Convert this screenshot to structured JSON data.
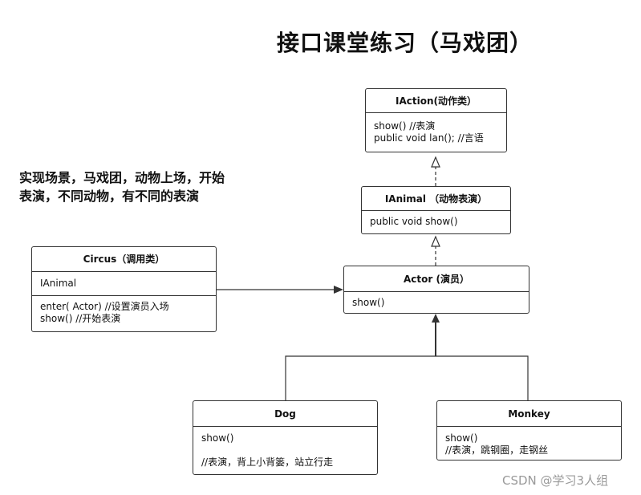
{
  "title": "接口课堂练习（马戏团）",
  "description": [
    "实现场景，马戏团，动物上场，开始",
    "表演，不同动物，有不同的表演"
  ],
  "classes": {
    "iaction": {
      "name": "IAction(动作类）",
      "methods": [
        "show()   //表演",
        "public void lan();  //言语"
      ]
    },
    "ianimal": {
      "name": "IAnimal （动物表演）",
      "methods": [
        "public void show()"
      ]
    },
    "actor": {
      "name": "Actor (演员）",
      "methods": [
        "show()"
      ]
    },
    "circus": {
      "name": "Circus（调用类）",
      "attributes": [
        "IAnimal"
      ],
      "methods": [
        "enter( Actor)  //设置演员入场",
        "show()     //开始表演"
      ]
    },
    "dog": {
      "name": "Dog",
      "methods": [
        "show()",
        "",
        "//表演，背上小背篓，站立行走"
      ]
    },
    "monkey": {
      "name": "Monkey",
      "methods": [
        "show()",
        "//表演，跳钢圈，走钢丝"
      ]
    }
  },
  "watermark": "CSDN @学习3人组"
}
